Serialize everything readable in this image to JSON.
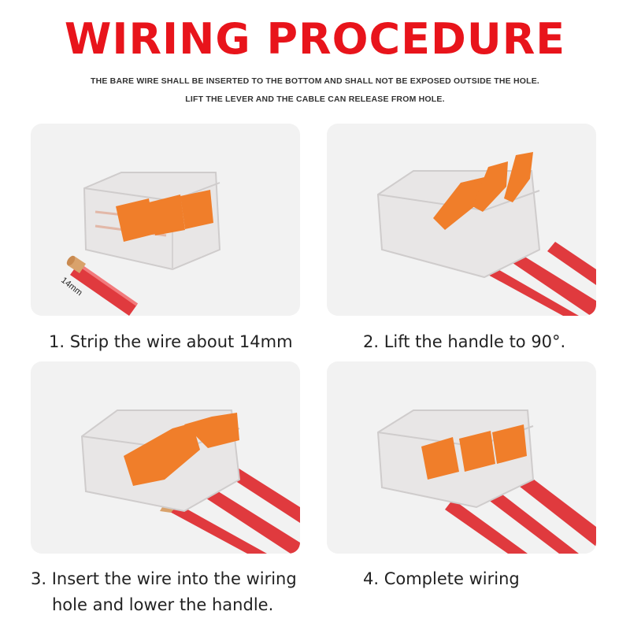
{
  "header": {
    "title": "WIRING PROCEDURE",
    "subtitle_line1": "THE BARE WIRE SHALL BE INSERTED TO THE BOTTOM AND SHALL NOT BE EXPOSED OUTSIDE THE HOLE.",
    "subtitle_line2": "LIFT THE LEVER AND THE CABLE CAN RELEASE FROM HOLE."
  },
  "steps": [
    {
      "caption": "1. Strip the wire about 14mm",
      "measure_label": "14mm",
      "image": "connector-with-stripped-wire"
    },
    {
      "caption": "2. Lift the handle to 90°.",
      "image": "connector-levers-raised"
    },
    {
      "caption_line1": "3. Insert the wire into the wiring",
      "caption_line2": "hole and lower the handle.",
      "image": "connector-wire-inserted"
    },
    {
      "caption": "4. Complete wiring",
      "image": "connector-wired-complete"
    }
  ],
  "colors": {
    "title": "#e8141b",
    "lever": "#f07e2a",
    "wire": "#e03a3e",
    "panel": "#f2f2f2",
    "copper": "#d9a26b"
  }
}
